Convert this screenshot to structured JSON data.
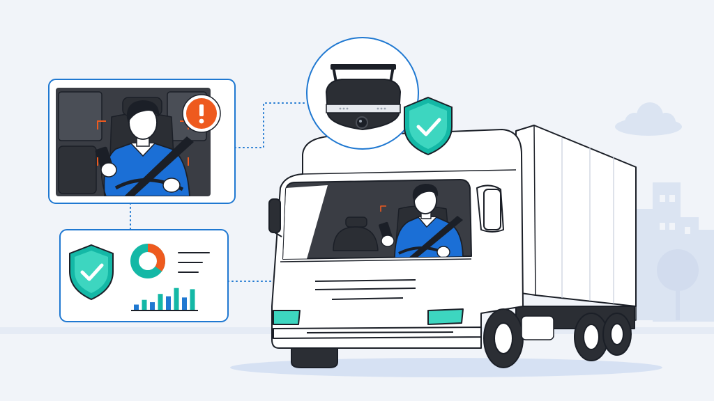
{
  "colors": {
    "background": "#f1f4f9",
    "accent_blue": "#1f78d1",
    "shirt_blue": "#1b6fd6",
    "teal": "#14b8a6",
    "teal_light": "#3dd6c0",
    "alert_orange": "#ee5a1e",
    "outline": "#1b1f27",
    "cab_dark": "#3a3d44",
    "city_silhouette": "#dbe4f2"
  },
  "icons": [
    "driver-monitor-panel",
    "alert-exclamation-icon",
    "dashcam-device",
    "shield-check-icon",
    "analytics-report-card",
    "donut-chart-icon",
    "bar-chart-icon",
    "delivery-truck",
    "driver-figure",
    "smartphone-icon",
    "cloud-icon",
    "tree-icon",
    "building-silhouette"
  ],
  "report_card": {
    "donut_share_percent": 35,
    "bar_levels": [
      0.25,
      0.45,
      0.35,
      0.7,
      0.6,
      0.95,
      0.55,
      0.9
    ]
  }
}
